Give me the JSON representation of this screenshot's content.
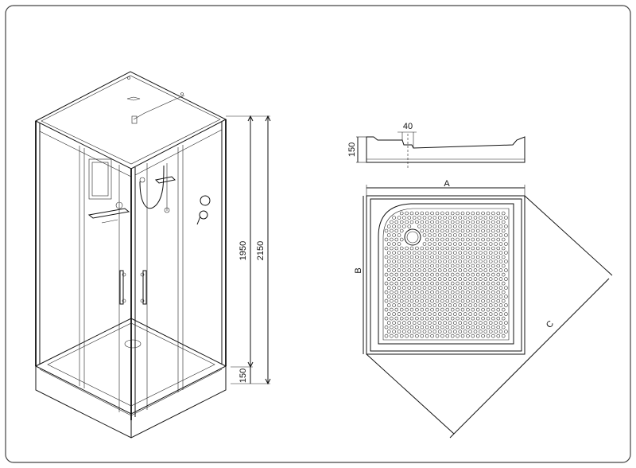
{
  "cabin": {
    "dimensions": {
      "total_height": "2150",
      "glass_height": "1950",
      "tray_height": "150"
    }
  },
  "tray_profile": {
    "depth_label": "40",
    "height_label": "150"
  },
  "tray_plan": {
    "label_a": "A",
    "label_b": "B",
    "label_c": "C"
  },
  "colors": {
    "line": "#111111",
    "background": "#ffffff",
    "border": "#444444"
  }
}
